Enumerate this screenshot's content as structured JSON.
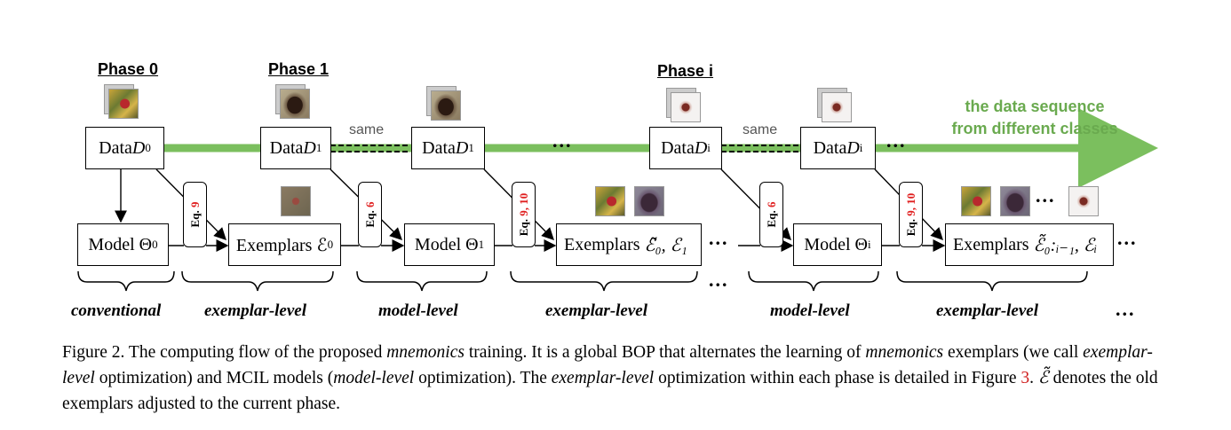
{
  "figure": {
    "phases": [
      "Phase 0",
      "Phase 1",
      "Phase i"
    ],
    "data_boxes": [
      {
        "text": "Data ",
        "var": "D",
        "sub": "0"
      },
      {
        "text": "Data ",
        "var": "D",
        "sub": "1"
      },
      {
        "text": "Data ",
        "var": "D",
        "sub": "1"
      },
      {
        "text": "Data ",
        "var": "D",
        "sub": "i"
      },
      {
        "text": "Data ",
        "var": "D",
        "sub": "i"
      }
    ],
    "model_boxes": [
      {
        "text": "Model Θ",
        "sub": "0"
      },
      {
        "text": "Model Θ",
        "sub": "1"
      },
      {
        "text": "Model Θ",
        "sub": "i"
      }
    ],
    "exemplar_boxes": [
      {
        "text": "Exemplars ℰ",
        "sub": "0"
      },
      {
        "text": "Exemplars",
        "math": "ℰ̃₀, ℰ₁"
      },
      {
        "text": "Exemplars",
        "math": "ℰ̃₀:ᵢ₋₁, ℰᵢ"
      }
    ],
    "eq_labels": [
      {
        "prefix": "Eq.",
        "nums": "9"
      },
      {
        "prefix": "Eq.",
        "nums": "6"
      },
      {
        "prefix": "Eq.",
        "nums": "9, 10"
      },
      {
        "prefix": "Eq.",
        "nums": "6"
      },
      {
        "prefix": "Eq.",
        "nums": "9, 10"
      }
    ],
    "same_labels": [
      "same",
      "same"
    ],
    "green_caption_line1": "the data sequence",
    "green_caption_line2": "from different classes",
    "levels": [
      "conventional",
      "exemplar-level",
      "model-level",
      "exemplar-level",
      "model-level",
      "exemplar-level"
    ],
    "ellipsis": "...",
    "colors": {
      "green": "#7bbf5e",
      "red": "#e02020"
    }
  },
  "caption": {
    "part1": "Figure 2.  The computing flow of the proposed ",
    "em1": "mnemonics",
    "part2": " training. It is a global BOP that alternates the learning of ",
    "em2": "mnemonics",
    "part3": " exemplars (we call ",
    "em3": "exemplar-level",
    "part4": " optimization) and MCIL models (",
    "em4": "model-level",
    "part5": " optimization). The ",
    "em5": "exemplar-level",
    "part6": " optimization within each phase is detailed in Figure ",
    "ref": "3",
    "part7": ". ",
    "math": "ℰ̃",
    "part8": " denotes the old exemplars adjusted to the current phase."
  }
}
